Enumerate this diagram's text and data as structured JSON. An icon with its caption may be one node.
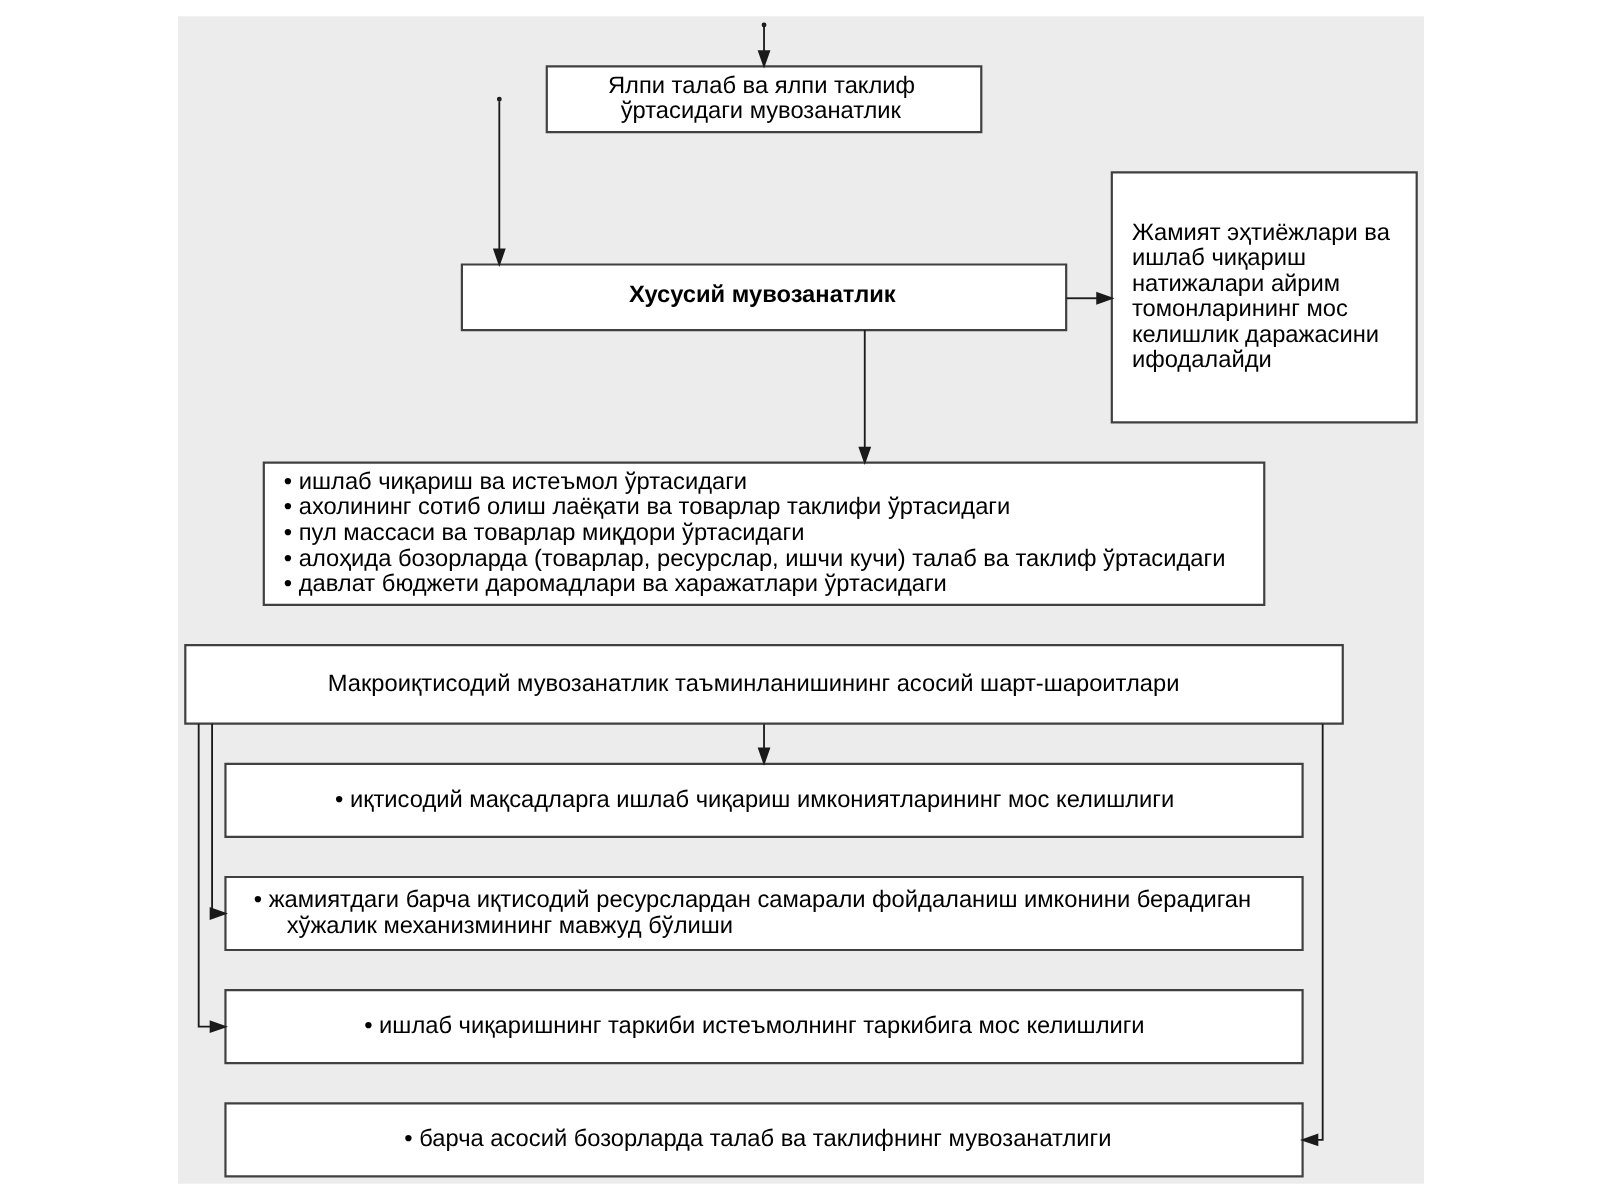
{
  "diagram": {
    "nodes": [
      {
        "text": [
          "Ялпи талаб ва ялпи таклиф ўртасидаги мувозанатлик"
        ]
      },
      {
        "text": [
          "Хусусий мувозанатлик"
        ]
      },
      {
        "text": [
          "• ишлаб чиқариш ва истеъмол ўртасидаги",
          "• ахолининг сотиб олиш лаёқати ва товарлар таклифи ўртасидаги",
          "• пул массаси ва товарлар миқдори ўртасидаги",
          "• алоҳида бозорларда (товарлар, ресурслар, ишчи кучи) талаб ва таклиф ўртасидаги",
          "• давлат бюджети даромадлари ва харажатлари ўртасидаги"
        ]
      },
      {
        "text": [
          "Жамият эҳтиёжлари ва ишлаб чиқариш натижалари айрим томонларининг мос келишлик даражасини ифодалайди"
        ]
      },
      {
        "text": [
          "Макроиқтисодий мувозанатлик таъминланишининг асосий шарт-шароитлари"
        ]
      },
      {
        "text": [
          "• иқтисодий мақсадларга ишлаб чиқариш имкониятларининг мос келишлиги"
        ]
      },
      {
        "text": [
          "• жамиятдаги барча иқтисодий ресурслардан самарали фойдаланиш имконини берадиган хўжалик механизмининг мавжуд бўлиши"
        ]
      },
      {
        "text": [
          "• ишлаб чиқаришнинг таркиби истеъмолнинг таркибига мос келишлиги"
        ]
      },
      {
        "text": [
          "• барча асосий бозорларда талаб ва таклифнинг мувозанатлиги"
        ]
      }
    ],
    "edges": [
      {
        "from": null,
        "to": 0,
        "arrow": "to"
      },
      {
        "from": null,
        "to": 1,
        "arrow": "to"
      },
      {
        "from": 1,
        "to": 2,
        "arrow": "to"
      },
      {
        "from": 1,
        "to": 3,
        "arrow": "to"
      },
      {
        "from": 4,
        "to": 5,
        "arrow": "to"
      },
      {
        "from": 4,
        "to": 6,
        "arrow": "to"
      },
      {
        "from": 4,
        "to": 7,
        "arrow": "to"
      },
      {
        "from": 4,
        "to": 8,
        "arrow": "to"
      }
    ]
  }
}
